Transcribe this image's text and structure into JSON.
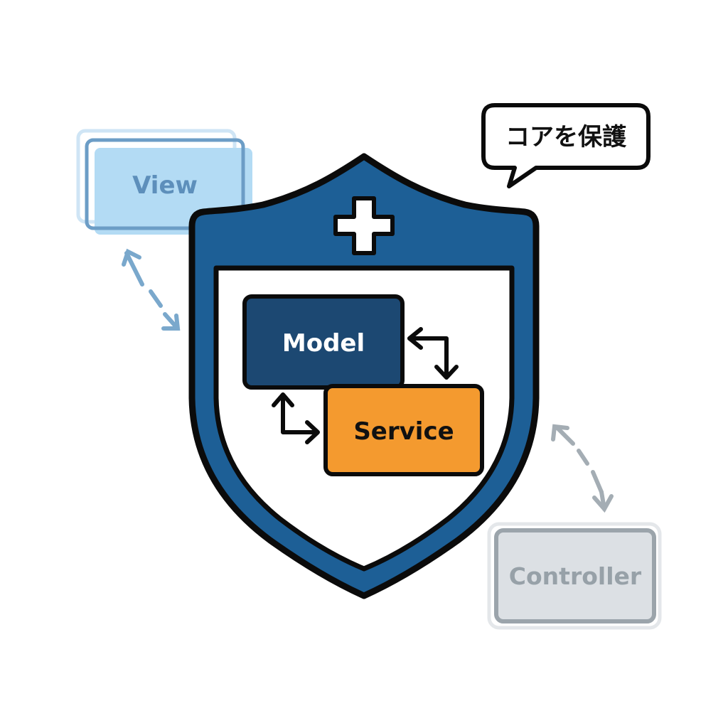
{
  "diagram": {
    "title": "MVC core protection diagram",
    "speech_bubble": {
      "text": "コアを保護"
    },
    "shield": {
      "icon": "plus-cross-icon",
      "colors": {
        "fill": "#1d5f96",
        "outline": "#0b0b0b",
        "inner": "#ffffff"
      }
    },
    "nodes": {
      "model": {
        "label": "Model",
        "fill": "#1c4872",
        "text_color": "#ffffff"
      },
      "service": {
        "label": "Service",
        "fill": "#f49a2f",
        "text_color": "#111111"
      },
      "view": {
        "label": "View",
        "fill": "#b3dbf4",
        "border": "#6c9dc6",
        "text_color": "#5d8fbb"
      },
      "controller": {
        "label": "Controller",
        "fill": "#dce0e4",
        "border": "#9ba4ab",
        "text_color": "#97a1a8"
      }
    },
    "edges": [
      {
        "from": "model",
        "to": "service",
        "style": "solid",
        "direction": "bidirectional"
      },
      {
        "from": "service",
        "to": "model",
        "style": "solid",
        "direction": "bidirectional"
      },
      {
        "from": "view",
        "to": "shield",
        "style": "dashed",
        "direction": "bidirectional",
        "color": "#7aa8cc"
      },
      {
        "from": "shield",
        "to": "controller",
        "style": "dashed",
        "direction": "bidirectional",
        "color": "#a4adb4"
      }
    ]
  }
}
